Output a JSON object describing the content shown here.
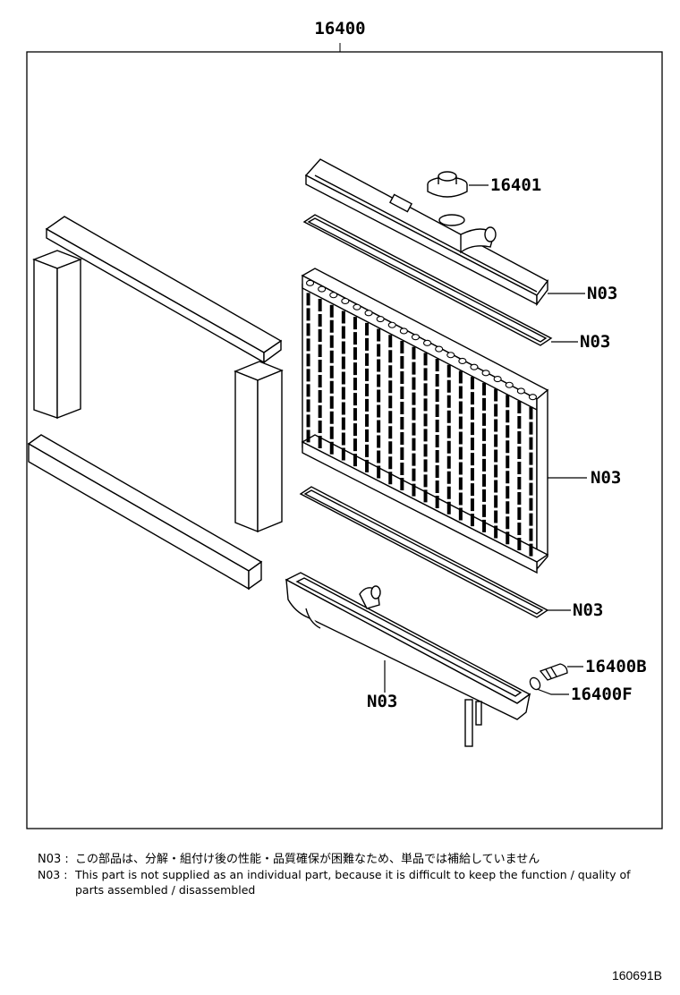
{
  "title": "16400",
  "labels": {
    "cap": "16401",
    "top_tank": "N03",
    "top_gasket": "N03",
    "core": "N03",
    "bottom_gasket": "N03",
    "bottom_tank": "N03",
    "drain_cock": "16400B",
    "drain_ring": "16400F"
  },
  "notes": [
    {
      "code": "N03 :",
      "text": "この部品は、分解・組付け後の性能・品質確保が困難なため、単品では補給していません"
    },
    {
      "code": "N03 :",
      "text": "This part is not supplied as an individual part, because it is difficult to keep the function / quality of parts assembled / disassembled"
    }
  ],
  "doc_number": "160691B"
}
